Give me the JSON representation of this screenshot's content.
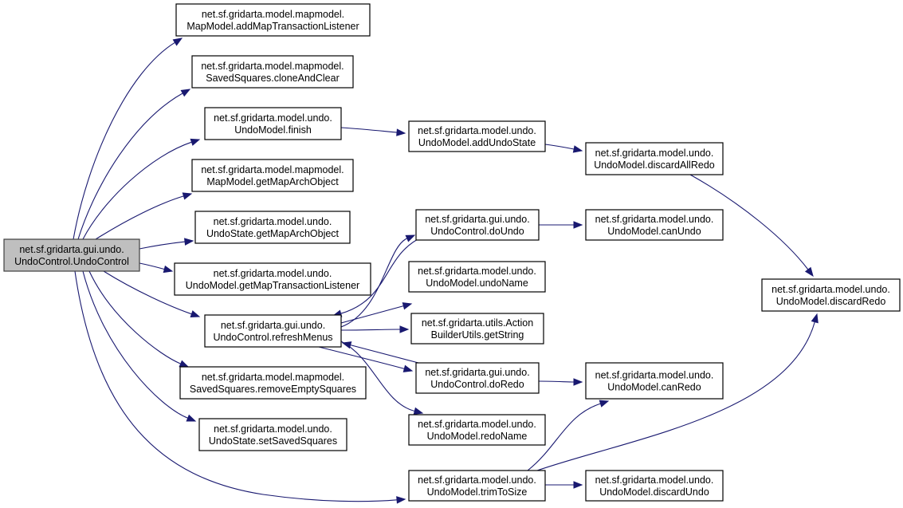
{
  "diagram": {
    "type": "call-graph",
    "edge_color": "#191970",
    "root_fill": "#bfbfbf",
    "nodes": [
      {
        "id": "root",
        "line1": "net.sf.gridarta.gui.undo.",
        "line2": "UndoControl.UndoControl",
        "root": true
      },
      {
        "id": "addMapTransactionListener",
        "line1": "net.sf.gridarta.model.mapmodel.",
        "line2": "MapModel.addMapTransactionListener"
      },
      {
        "id": "cloneAndClear",
        "line1": "net.sf.gridarta.model.mapmodel.",
        "line2": "SavedSquares.cloneAndClear"
      },
      {
        "id": "finish",
        "line1": "net.sf.gridarta.model.undo.",
        "line2": "UndoModel.finish"
      },
      {
        "id": "mapModelGetMapArchObject",
        "line1": "net.sf.gridarta.model.mapmodel.",
        "line2": "MapModel.getMapArchObject"
      },
      {
        "id": "undoStateGetMapArchObject",
        "line1": "net.sf.gridarta.model.undo.",
        "line2": "UndoState.getMapArchObject"
      },
      {
        "id": "getMapTransactionListener",
        "line1": "net.sf.gridarta.model.undo.",
        "line2": "UndoModel.getMapTransactionListener"
      },
      {
        "id": "refreshMenus",
        "line1": "net.sf.gridarta.gui.undo.",
        "line2": "UndoControl.refreshMenus"
      },
      {
        "id": "removeEmptySquares",
        "line1": "net.sf.gridarta.model.mapmodel.",
        "line2": "SavedSquares.removeEmptySquares"
      },
      {
        "id": "setSavedSquares",
        "line1": "net.sf.gridarta.model.undo.",
        "line2": "UndoState.setSavedSquares"
      },
      {
        "id": "trimToSize",
        "line1": "net.sf.gridarta.model.undo.",
        "line2": "UndoModel.trimToSize"
      },
      {
        "id": "addUndoState",
        "line1": "net.sf.gridarta.model.undo.",
        "line2": "UndoModel.addUndoState"
      },
      {
        "id": "doUndo",
        "line1": "net.sf.gridarta.gui.undo.",
        "line2": "UndoControl.doUndo"
      },
      {
        "id": "undoName",
        "line1": "net.sf.gridarta.model.undo.",
        "line2": "UndoModel.undoName"
      },
      {
        "id": "getString",
        "line1": "net.sf.gridarta.utils.Action",
        "line2": "BuilderUtils.getString"
      },
      {
        "id": "doRedo",
        "line1": "net.sf.gridarta.gui.undo.",
        "line2": "UndoControl.doRedo"
      },
      {
        "id": "redoName",
        "line1": "net.sf.gridarta.model.undo.",
        "line2": "UndoModel.redoName"
      },
      {
        "id": "discardAllRedo",
        "line1": "net.sf.gridarta.model.undo.",
        "line2": "UndoModel.discardAllRedo"
      },
      {
        "id": "canUndo",
        "line1": "net.sf.gridarta.model.undo.",
        "line2": "UndoModel.canUndo"
      },
      {
        "id": "canRedo",
        "line1": "net.sf.gridarta.model.undo.",
        "line2": "UndoModel.canRedo"
      },
      {
        "id": "discardUndo",
        "line1": "net.sf.gridarta.model.undo.",
        "line2": "UndoModel.discardUndo"
      },
      {
        "id": "discardRedo",
        "line1": "net.sf.gridarta.model.undo.",
        "line2": "UndoModel.discardRedo"
      }
    ],
    "edges": [
      {
        "from": "root",
        "to": "addMapTransactionListener"
      },
      {
        "from": "root",
        "to": "cloneAndClear"
      },
      {
        "from": "root",
        "to": "finish"
      },
      {
        "from": "root",
        "to": "mapModelGetMapArchObject"
      },
      {
        "from": "root",
        "to": "undoStateGetMapArchObject"
      },
      {
        "from": "root",
        "to": "getMapTransactionListener"
      },
      {
        "from": "root",
        "to": "refreshMenus"
      },
      {
        "from": "root",
        "to": "removeEmptySquares"
      },
      {
        "from": "root",
        "to": "setSavedSquares"
      },
      {
        "from": "root",
        "to": "trimToSize"
      },
      {
        "from": "finish",
        "to": "addUndoState"
      },
      {
        "from": "addUndoState",
        "to": "discardAllRedo"
      },
      {
        "from": "discardAllRedo",
        "to": "discardRedo"
      },
      {
        "from": "refreshMenus",
        "to": "doUndo"
      },
      {
        "from": "doUndo",
        "to": "refreshMenus"
      },
      {
        "from": "refreshMenus",
        "to": "undoName"
      },
      {
        "from": "refreshMenus",
        "to": "getString"
      },
      {
        "from": "refreshMenus",
        "to": "doRedo"
      },
      {
        "from": "doRedo",
        "to": "refreshMenus"
      },
      {
        "from": "refreshMenus",
        "to": "redoName"
      },
      {
        "from": "doUndo",
        "to": "canUndo"
      },
      {
        "from": "doRedo",
        "to": "canRedo"
      },
      {
        "from": "trimToSize",
        "to": "canRedo"
      },
      {
        "from": "trimToSize",
        "to": "discardRedo"
      },
      {
        "from": "trimToSize",
        "to": "discardUndo"
      }
    ]
  }
}
